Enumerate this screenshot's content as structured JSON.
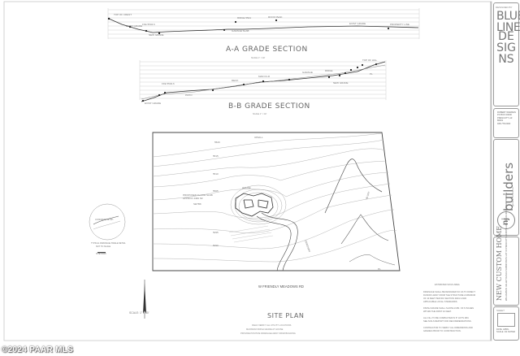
{
  "sections": {
    "aa": {
      "title": "A-A GRADE SECTION"
    },
    "bb": {
      "title": "B-B GRADE SECTION"
    }
  },
  "site_plan": {
    "title": "SITE PLAN",
    "road_label": "W FRIENDLY MEADOWS RD",
    "scale_label": "SCALE: 1\" = 40'"
  },
  "title_block": {
    "company_line1": "BLUE",
    "company_line2": "LINE",
    "company_line3": "DESIGNS",
    "builder_name": "builders",
    "builder_initials": "nj",
    "project_title": "NEW CUSTOM HOME"
  },
  "watermark": "©2024 PAAR MLS"
}
